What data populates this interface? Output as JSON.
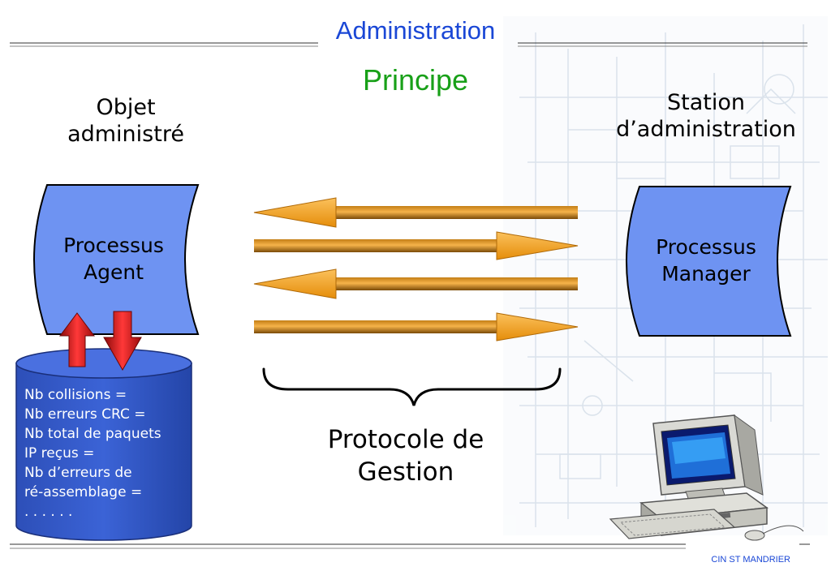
{
  "header": {
    "title": "Administration",
    "subtitle": "Principe"
  },
  "left": {
    "label_lines": [
      "Objet",
      "administré"
    ],
    "process_lines": [
      "Processus",
      "Agent"
    ]
  },
  "right": {
    "label_lines": [
      "Station",
      "d’administration"
    ],
    "process_lines": [
      "Processus",
      "Manager"
    ]
  },
  "mib": {
    "lines": [
      "Nb collisions =",
      "Nb erreurs CRC =",
      "Nb total de paquets",
      "IP reçus =",
      "Nb d’erreurs de",
      "ré-assemblage =",
      ". . . . . ."
    ]
  },
  "protocol": {
    "lines": [
      "Protocole de",
      "Gestion"
    ]
  },
  "footer": {
    "text": "CIN ST MANDRIER"
  },
  "arrows": [
    "left",
    "right",
    "left",
    "right"
  ],
  "colors": {
    "title": "#1a47d6",
    "subtitle": "#18a018",
    "process_fill": "#6e93f2",
    "mib_fill": "#2f55c8",
    "arrow_light": "#f4a21c",
    "arrow_dark": "#8a5a0e",
    "db_arrow": "#d81818"
  },
  "icons": [
    "computer-icon",
    "up-arrow-icon",
    "down-arrow-icon"
  ]
}
